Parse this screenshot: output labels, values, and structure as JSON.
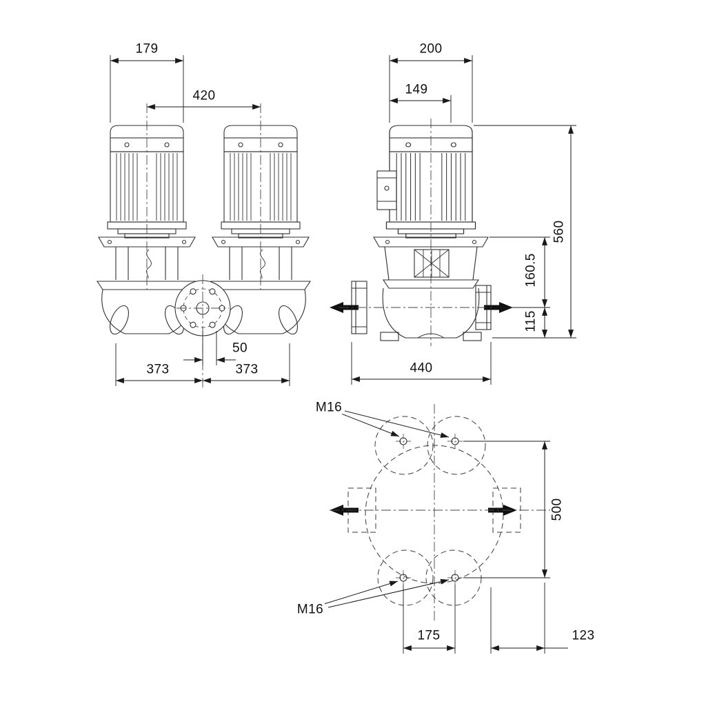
{
  "colors": {
    "line": "#2f2f2f",
    "dimension": "#1a1a1a",
    "background": "#ffffff"
  },
  "front_view": {
    "dim_motor_width": "179",
    "dim_head_spacing": "420",
    "dim_center_offset": "50",
    "dim_left_half": "373",
    "dim_right_half": "373"
  },
  "side_view": {
    "dim_motor_depth": "200",
    "dim_terminal_box": "149",
    "dim_total_height": "560",
    "dim_flange_to_port": "160.5",
    "dim_port_to_base": "115",
    "dim_base_width": "440"
  },
  "top_view": {
    "bolt_size_top": "M16",
    "bolt_size_bottom": "M16",
    "dim_flange_length": "500",
    "dim_bolt_spacing": "175",
    "dim_side_offset": "123"
  }
}
